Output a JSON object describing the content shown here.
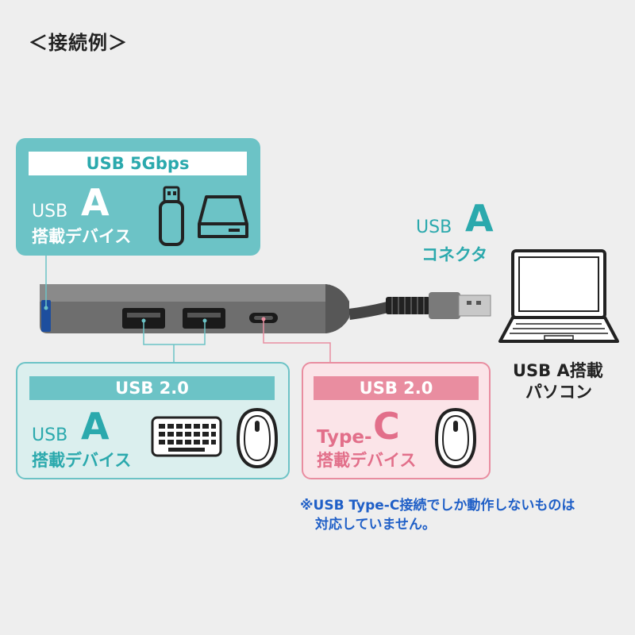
{
  "title": "＜接続例＞",
  "top_box": {
    "header": "USB 5Gbps",
    "usb": "USB",
    "big": "A",
    "device": "搭載デバイス",
    "icons": [
      "usb-flash-drive-icon",
      "hard-disk-icon"
    ]
  },
  "connector": {
    "usb": "USB",
    "big": "A",
    "name": "コネクタ"
  },
  "pc": {
    "line1": "USB A搭載",
    "line2": "パソコン",
    "icon": "laptop-icon"
  },
  "box_a20": {
    "header": "USB 2.0",
    "usb": "USB",
    "big": "A",
    "device": "搭載デバイス",
    "icons": [
      "keyboard-icon",
      "mouse-icon"
    ]
  },
  "box_c20": {
    "header": "USB 2.0",
    "type": "Type-",
    "big": "C",
    "device": "搭載デバイス",
    "icons": [
      "mouse-icon"
    ]
  },
  "note": {
    "line1": "※USB Type-C接続でしか動作しないものは",
    "line2": "対応していません。"
  },
  "colors": {
    "teal": "#6cc3c6",
    "teal_text": "#2ba9ad",
    "pink": "#e98da0",
    "blue_note": "#1f5fc7",
    "hub_body": "#6e6e6e"
  }
}
